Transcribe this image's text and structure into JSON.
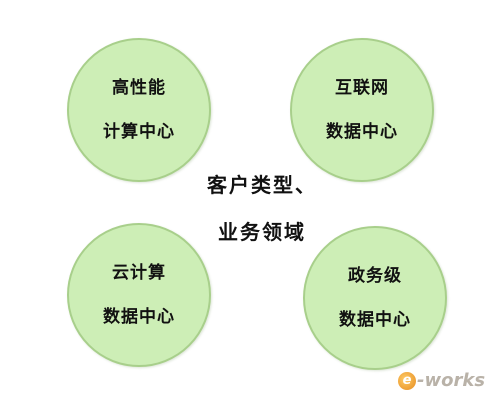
{
  "circles": [
    {
      "line1": "高性能",
      "line2": "计算中心"
    },
    {
      "line1": "互联网",
      "line2": "数据中心"
    },
    {
      "line1": "云计算",
      "line2": "数据中心"
    },
    {
      "line1": "政务级",
      "line2": "数据中心"
    }
  ],
  "center": {
    "line1": "客户类型、",
    "line2": "业务领域"
  },
  "watermark": {
    "mark": "e",
    "text": "-works"
  },
  "colors": {
    "circle_fill": "#cdeeb6",
    "circle_border": "#a8cf8b",
    "text": "#111111"
  }
}
